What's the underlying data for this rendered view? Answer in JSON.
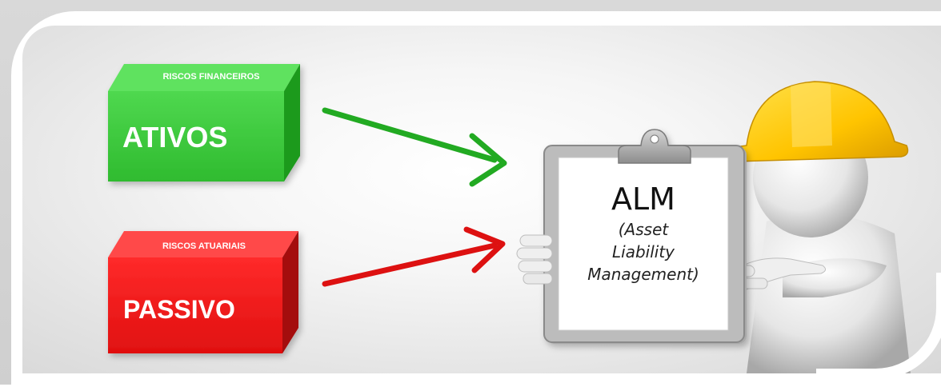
{
  "boxes": {
    "assets": {
      "top_label": "RISCOS FINANCEIROS",
      "main_label": "ATIVOS",
      "color": "#33cc33"
    },
    "liabilities": {
      "top_label": "RISCOS ATUARIAIS",
      "main_label": "PASSIVO",
      "color": "#ee1111"
    }
  },
  "clipboard": {
    "title": "ALM",
    "line1": "(Asset",
    "line2": "Liability",
    "line3": "Management)"
  },
  "arrows": {
    "assets_color": "#22aa22",
    "liabilities_color": "#dd1111"
  },
  "figure": {
    "icon": "worker-with-hardhat-icon",
    "helmet_color": "#ffcc00"
  }
}
